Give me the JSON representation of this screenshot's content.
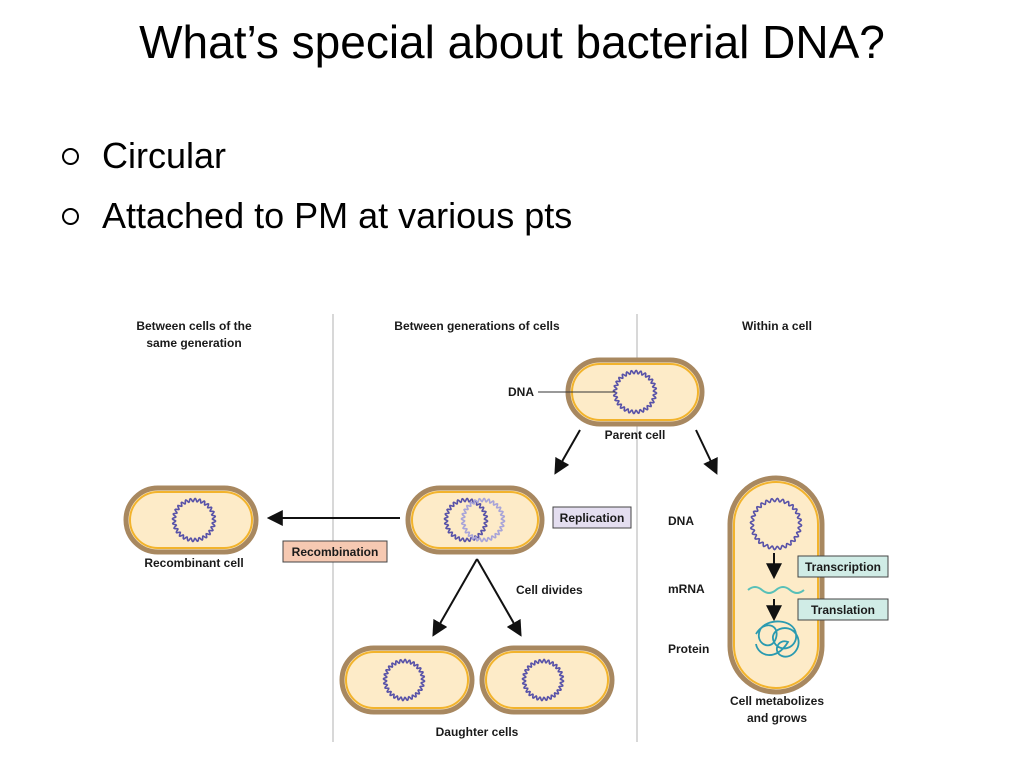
{
  "slide": {
    "title": "What’s special about bacterial DNA?",
    "bullets": [
      "Circular",
      "Attached to PM at various pts"
    ]
  },
  "diagram": {
    "headers": {
      "left_line1": "Between cells of the",
      "left_line2": "same generation",
      "middle": "Between generations of cells",
      "right": "Within a cell"
    },
    "labels": {
      "dna": "DNA",
      "parent_cell": "Parent cell",
      "replication": "Replication",
      "recombination": "Recombination",
      "recombinant_cell": "Recombinant cell",
      "cell_divides": "Cell divides",
      "daughter_cells": "Daughter cells",
      "dna_right": "DNA",
      "mrna": "mRNA",
      "protein": "Protein",
      "transcription": "Transcription",
      "translation": "Translation",
      "metabolizes_line1": "Cell metabolizes",
      "metabolizes_line2": "and grows"
    },
    "colors": {
      "cell_fill": "#fdebc8",
      "cell_outline": "#a88860",
      "cell_inner": "#f2b32c",
      "dna_strand": "#5852a8",
      "replication_box": "#e4def0",
      "recombination_box": "#f6c9b2",
      "process_box": "#d0ece6",
      "mrna": "#58c0b8",
      "protein": "#2a9ab0"
    }
  }
}
